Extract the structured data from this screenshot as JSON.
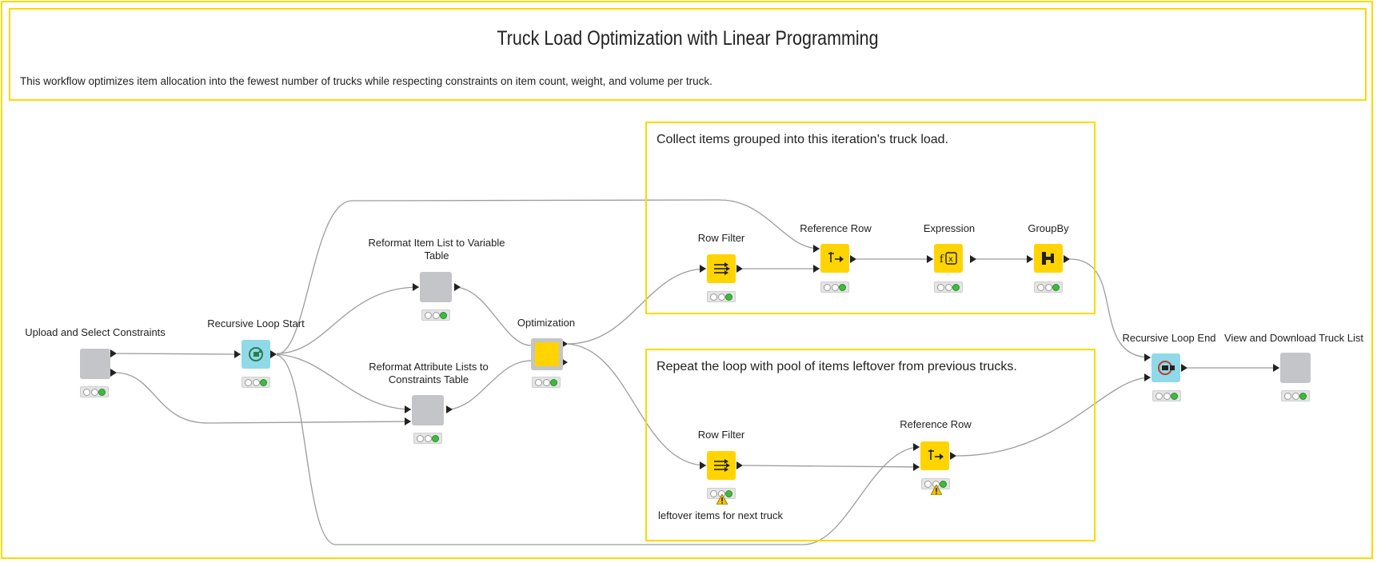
{
  "workflow": {
    "title": "Truck Load Optimization with Linear Programming",
    "description": "This workflow optimizes item allocation into the fewest number of trucks while respecting constraints on item count, weight, and volume per truck."
  },
  "annotations": {
    "collect": "Collect items grouped into this iteration's truck load.",
    "repeat": "Repeat the loop with pool of items leftover from previous trucks."
  },
  "nodes": {
    "upload": {
      "label": "Upload and Select Constraints",
      "icon": "component-icon"
    },
    "loop_start": {
      "label": "Recursive Loop Start",
      "icon": "loop-start-icon"
    },
    "reformat_item": {
      "label": "Reformat Item List to Variable Table",
      "icon": "component-icon"
    },
    "reformat_attr": {
      "label": "Reformat Attribute Lists to Constraints Table",
      "icon": "component-icon"
    },
    "optimization": {
      "label": "Optimization",
      "icon": "metanode-icon"
    },
    "row_filter_top": {
      "label": "Row Filter",
      "icon": "row-filter-icon"
    },
    "ref_row_top": {
      "label": "Reference Row",
      "icon": "reference-row-icon"
    },
    "expression": {
      "label": "Expression",
      "icon": "expression-icon"
    },
    "groupby": {
      "label": "GroupBy",
      "icon": "groupby-icon"
    },
    "row_filter_bottom": {
      "label": "Row Filter",
      "icon": "row-filter-icon",
      "note": "leftover items for next truck"
    },
    "ref_row_bottom": {
      "label": "Reference Row",
      "icon": "reference-row-icon"
    },
    "loop_end": {
      "label": "Recursive Loop End",
      "icon": "loop-end-icon"
    },
    "view": {
      "label": "View and Download Truck List",
      "icon": "component-icon"
    }
  },
  "colors": {
    "annotation_border": "#ffd800",
    "node_yellow": "#ffd400",
    "node_gray": "#c3c5c8",
    "node_cyan": "#8fd9e8",
    "status_green": "#3dbb3d"
  }
}
